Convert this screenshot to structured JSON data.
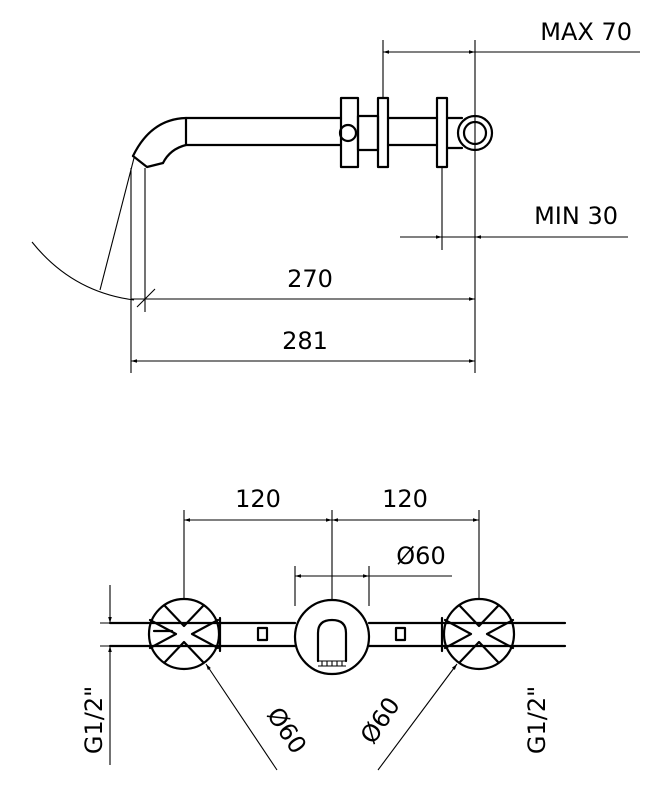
{
  "side_view": {
    "max_label": "MAX 70",
    "min_label": "MIN 30",
    "dim_270": "270",
    "dim_281": "281"
  },
  "front_view": {
    "dim_left": "120",
    "dim_right": "120",
    "dia_top": "Ø60",
    "dia_left": "Ø60",
    "dia_right": "Ø60",
    "thread_left": "G1/2\"",
    "thread_right": "G1/2\""
  }
}
